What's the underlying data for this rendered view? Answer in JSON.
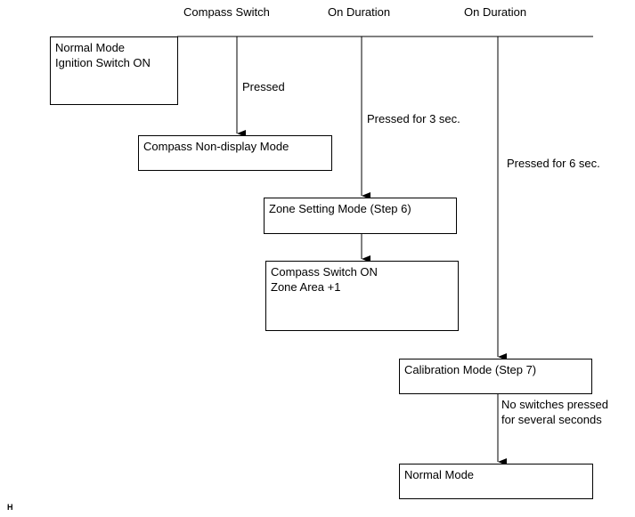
{
  "headers": {
    "col1": "Compass Switch",
    "col2": "On Duration",
    "col3": "On Duration"
  },
  "boxes": {
    "normal_start": {
      "line1": "Normal Mode",
      "line2": "Ignition Switch ON"
    },
    "non_display": {
      "line1": "Compass Non-display Mode"
    },
    "zone_setting": {
      "line1": "Zone Setting Mode (Step 6)"
    },
    "zone_area": {
      "line1": "Compass Switch ON",
      "line2": "Zone Area +1"
    },
    "calibration": {
      "line1": "Calibration Mode (Step 7)"
    },
    "normal_end": {
      "line1": "Normal Mode"
    }
  },
  "labels": {
    "pressed": "Pressed",
    "pressed_3": "Pressed for 3 sec.",
    "pressed_6": "Pressed for 6 sec.",
    "no_switch_1": "No switches pressed",
    "no_switch_2": "for several seconds"
  },
  "corner_mark": "H"
}
